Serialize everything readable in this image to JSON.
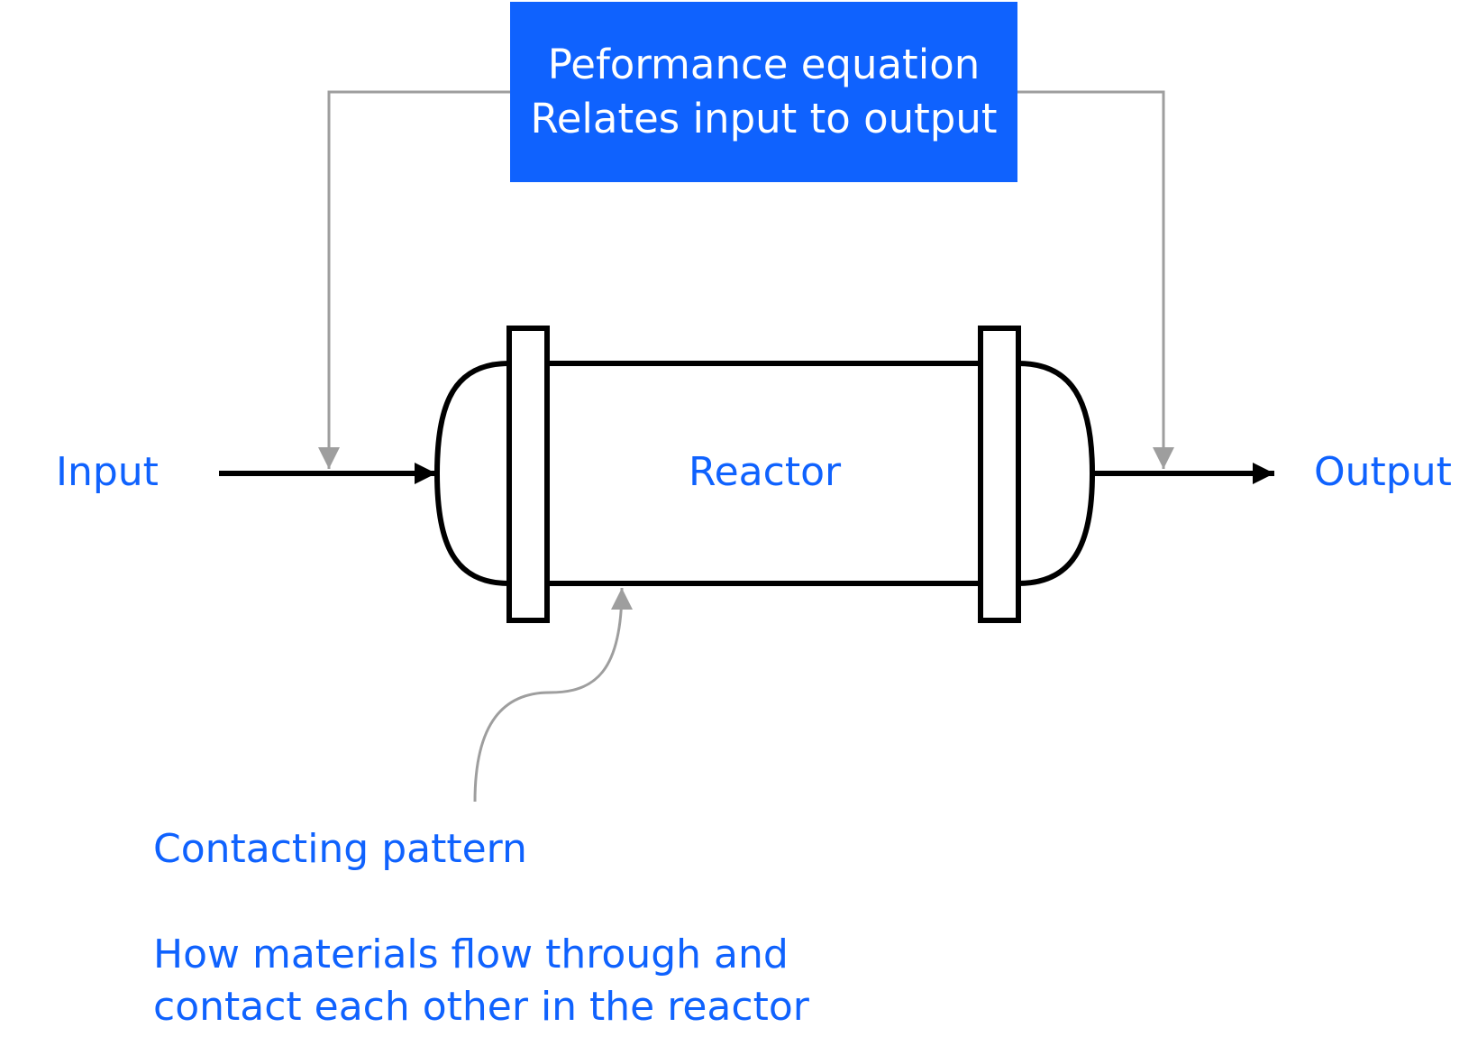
{
  "performance_box": {
    "line1": "Peformance equation",
    "line2": "Relates input to output",
    "fill_color": "#0f62fe",
    "text_color": "#ffffff"
  },
  "reactor": {
    "label": "Reactor"
  },
  "input": {
    "label": "Input"
  },
  "output": {
    "label": "Output"
  },
  "contacting": {
    "title": "Contacting pattern",
    "desc_line1": "How materials flow through and",
    "desc_line2": "contact each other in the reactor"
  },
  "colors": {
    "label_blue": "#0f62fe",
    "connector_gray": "#9e9e9e",
    "outline_black": "#000000"
  }
}
